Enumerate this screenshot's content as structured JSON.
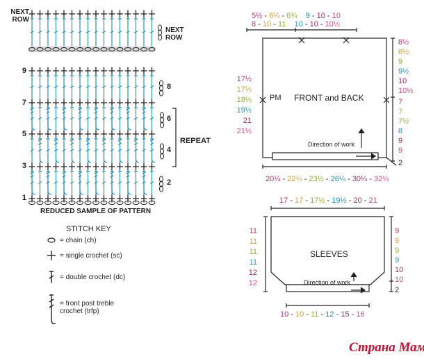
{
  "chart": {
    "next_row_top": "NEXT\nROW",
    "next_row_right": "NEXT\nROW",
    "repeat": "REPEAT",
    "row_numbers_left": [
      "9",
      "7",
      "5",
      "3",
      "1"
    ],
    "row_numbers_right": [
      "8",
      "6",
      "4",
      "2"
    ],
    "caption": "REDUCED SAMPLE OF PATTERN"
  },
  "stitch_key": {
    "title": "STITCH KEY",
    "items": [
      {
        "label": "= chain (ch)"
      },
      {
        "label": "= single crochet (sc)"
      },
      {
        "label": "= double crochet (dc)"
      },
      {
        "label": "= front post treble\ncrochet (trfp)"
      }
    ]
  },
  "palette": [
    "#b5336e",
    "#c9a03a",
    "#8fae2d",
    "#1f8fb0",
    "#9a2b5d",
    "#c94a84"
  ],
  "front_back": {
    "title": "FRONT and BACK",
    "pm": "PM",
    "direction": "Direction of work",
    "top_line1": [
      "5½",
      "6¼",
      "6¾",
      "9",
      "10",
      "10"
    ],
    "top_line2": [
      "8",
      "10",
      "11",
      "10",
      "10",
      "10½"
    ],
    "left": [
      "17½",
      "17½",
      "18½",
      "19½",
      "21",
      "21½"
    ],
    "right_top": [
      "8½",
      "8½",
      "9",
      "9½",
      "10",
      "10½"
    ],
    "right_bottom": [
      "7",
      "7",
      "7½",
      "8",
      "9",
      "9"
    ],
    "right_end": "2",
    "bottom": [
      "20¼",
      "22¼",
      "23½",
      "26¼",
      "30¼",
      "32¼"
    ]
  },
  "sleeves": {
    "title": "SLEEVES",
    "direction": "Direction of work",
    "top": [
      "17",
      "17",
      "17½",
      "19½",
      "20",
      "21"
    ],
    "left": [
      "11",
      "11",
      "11",
      "11",
      "12",
      "12"
    ],
    "right": [
      "9",
      "9",
      "9",
      "9",
      "10",
      "10"
    ],
    "right_end": "2",
    "bottom": [
      "10",
      "10",
      "11",
      "12",
      "15",
      "16"
    ]
  },
  "watermark": "Страна Мам"
}
